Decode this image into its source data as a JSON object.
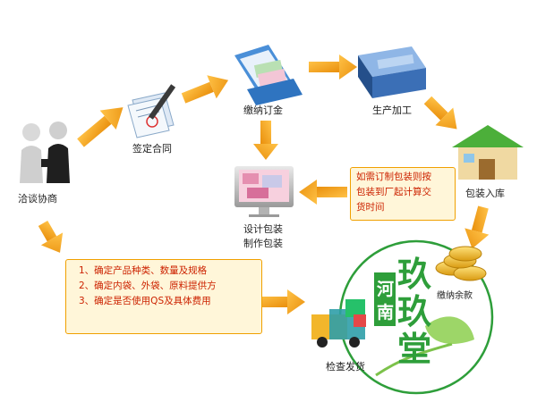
{
  "nodes": {
    "negotiate": "洽谈协商",
    "contract": "签定合同",
    "deposit": "缴纳订金",
    "produce": "生产加工",
    "package": "包装入库",
    "design": [
      "设计包装",
      "制作包装"
    ],
    "balance": "缴纳余款",
    "ship": "检查发货"
  },
  "note_box": [
    "如需订制包装则按",
    "包装到厂起计算交",
    "货时间"
  ],
  "steps_box": [
    "1、确定产品种类、数量及规格",
    "2、确定内袋、外袋、原料提供方",
    "3、确定是否使用QS及具体费用"
  ],
  "watermark": {
    "big1": "玖",
    "big2": "玖",
    "big3": "堂",
    "small1": "河",
    "small2": "南"
  },
  "colors": {
    "arrow": "#f5a623",
    "note_border": "#f0a000",
    "note_text": "#cc2200",
    "seal_green": "#2e9e3a"
  }
}
